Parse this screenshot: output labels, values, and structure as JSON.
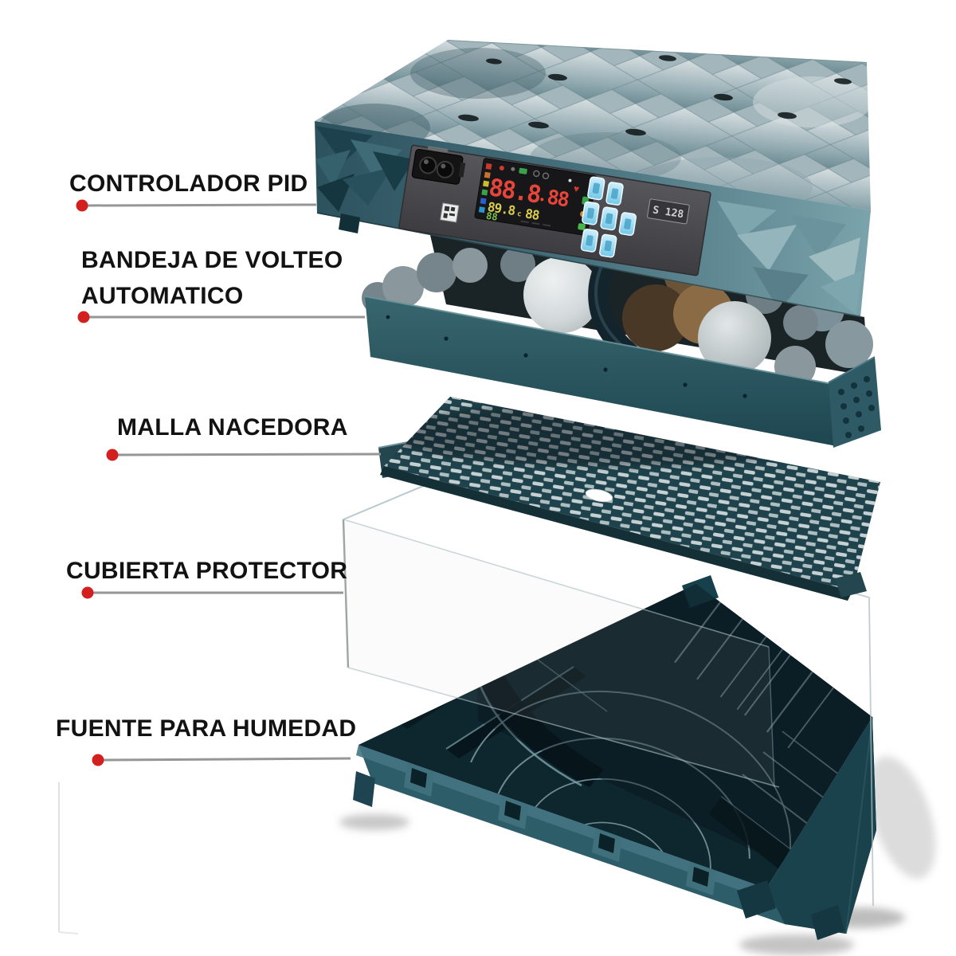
{
  "figure": {
    "type": "exploded-product-diagram",
    "subject": "egg incubator layers"
  },
  "labels": [
    {
      "id": "controlador-pid",
      "lines": [
        "CONTROLADOR PID"
      ]
    },
    {
      "id": "bandeja-volteo",
      "lines": [
        "BANDEJA DE VOLTEO",
        "AUTOMATICO"
      ]
    },
    {
      "id": "malla-nacedora",
      "lines": [
        "MALLA NACEDORA"
      ]
    },
    {
      "id": "cubierta-protector",
      "lines": [
        "CUBIERTA PROTECTOR"
      ]
    },
    {
      "id": "fuente-humedad",
      "lines": [
        "FUENTE PARA HUMEDAD"
      ]
    }
  ],
  "controller": {
    "badge": "S 128",
    "display": {
      "main": "88.8",
      "main_right": "88",
      "sub_left": "89.8",
      "sub_unit": "c",
      "sub_right": "88",
      "aux": "88"
    }
  },
  "colors": {
    "accent_red": "#d41f1f",
    "leader_line": "#969696",
    "label_text": "#121212",
    "teal_dark": "#1d4450",
    "teal_mid": "#2e5d6a",
    "lid_light": "#b7c6ca",
    "panel_gray": "#48484c",
    "display_black": "#17171a",
    "digit_red": "#e8453a",
    "digit_yellow": "#d9cd4f",
    "digit_green": "#7cc14a",
    "button_blue": "#9adcf5"
  }
}
